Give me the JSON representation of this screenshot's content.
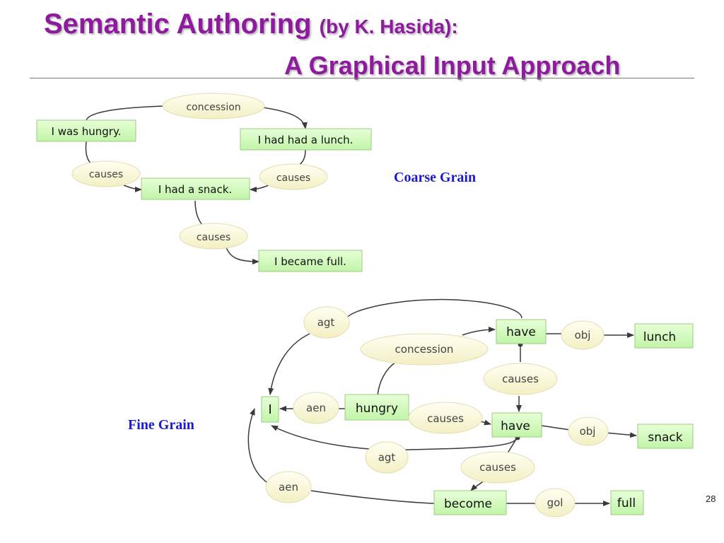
{
  "title": {
    "main": "Semantic Authoring",
    "byline": "(by K. Hasida):",
    "subtitle": "A Graphical Input Approach"
  },
  "coarse": {
    "label": "Coarse Grain",
    "nodes": {
      "hungry": "I was hungry.",
      "lunch": "I had had a lunch.",
      "snack": "I had a snack.",
      "full": "I became full."
    },
    "relations": {
      "concession": "concession",
      "causes1": "causes",
      "causes2": "causes",
      "causes3": "causes"
    }
  },
  "fine": {
    "label": "Fine Grain",
    "nodes": {
      "have1": "have",
      "lunch": "lunch",
      "I": "I",
      "hungry": "hungry",
      "have2": "have",
      "snack": "snack",
      "become": "become",
      "full": "full"
    },
    "relations": {
      "agt1": "agt",
      "obj1": "obj",
      "concession": "concession",
      "causes1": "causes",
      "aen1": "aen",
      "causes2": "causes",
      "obj2": "obj",
      "agt2": "agt",
      "causes3": "causes",
      "aen2": "aen",
      "gol": "gol"
    }
  },
  "page_number": "28"
}
